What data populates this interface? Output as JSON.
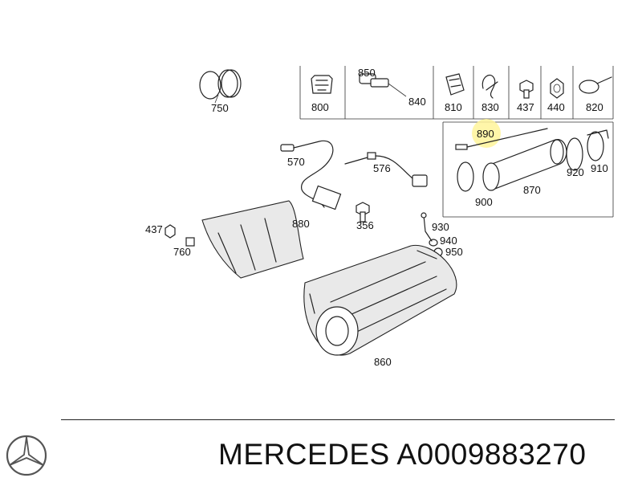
{
  "diagram": {
    "callouts": {
      "c750": "750",
      "c800": "800",
      "c850": "850",
      "c840": "840",
      "c810": "810",
      "c830": "830",
      "c437a": "437",
      "c440": "440",
      "c820": "820",
      "c890": "890",
      "c570": "570",
      "c576": "576",
      "c920": "920",
      "c910": "910",
      "c870": "870",
      "c900": "900",
      "c880": "880",
      "c356": "356",
      "c930": "930",
      "c940": "940",
      "c950": "950",
      "c437b": "437",
      "c760": "760",
      "c860": "860"
    },
    "highlight_color": "#fff59a"
  },
  "footer": {
    "brand_icon": "mercedes-star-icon",
    "caption": "MERCEDES A0009883270"
  }
}
